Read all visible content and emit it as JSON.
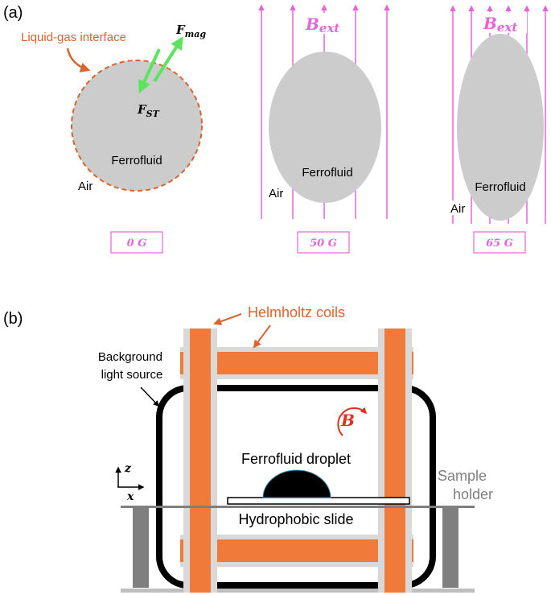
{
  "panel_a": {
    "label": "(a)",
    "interface_label": "Liquid-gas interface",
    "f_mag": {
      "main": "F",
      "sub": "mag"
    },
    "f_st": {
      "main": "F",
      "sub": "ST"
    },
    "b_ext": {
      "main": "B",
      "sub": "ext"
    },
    "droplets": [
      {
        "medium": "Ferrofluid",
        "surround": "Air",
        "field": "0",
        "unit": "G"
      },
      {
        "medium": "Ferrofluid",
        "surround": "Air",
        "field": "50",
        "unit": "G"
      },
      {
        "medium": "Ferrofluid",
        "surround": "Air",
        "field": "65",
        "unit": "G"
      }
    ]
  },
  "panel_b": {
    "label": "(b)",
    "coils_label": "Helmholtz coils",
    "light_line1": "Background",
    "light_line2": "light source",
    "b_symbol": "B",
    "droplet_label": "Ferrofluid droplet",
    "slide_label": "Hydrophobic slide",
    "holder_line1": "Sample",
    "holder_line2": "holder",
    "axis_z": "z",
    "axis_x": "x"
  },
  "colors": {
    "coil": "#f07a3a",
    "coil_frame": "#d9d9d9",
    "droplet": "#cccccc",
    "interface": "#d8642e",
    "field": "#e565d8",
    "force": "#5ee35e",
    "rotation": "#e0301e",
    "holder": "#7f7f7f"
  }
}
